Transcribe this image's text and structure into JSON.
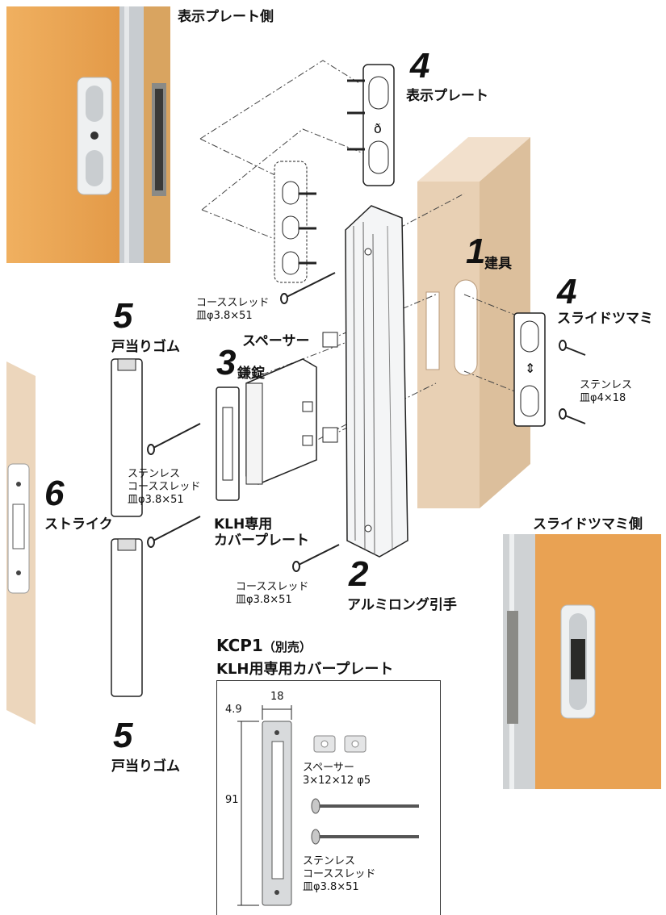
{
  "labels": {
    "display_plate_side": "表示プレート側",
    "slide_knob_side": "スライドツマミ側",
    "part4_top_name": "表示プレート",
    "part1_name": "建具",
    "part4_right_name": "スライドツマミ",
    "part3_name": "鎌錠",
    "part5_top_name": "戸当りゴム",
    "part5_bottom_name": "戸当りゴム",
    "part6_name": "ストライク",
    "part2_name": "アルミロング引手",
    "spacer": "スペーサー",
    "klh_cover_line1": "KLH専用",
    "klh_cover_line2": "カバープレート",
    "coarse_thread_line1": "コーススレッド",
    "coarse_thread_line2": "皿φ3.8×51",
    "stainless_line1": "ステンレス",
    "stainless_line2": "皿φ4×18",
    "stainless_coarse_line1": "ステンレス",
    "stainless_coarse_line2": "コーススレッド",
    "stainless_coarse_line3": "皿φ3.8×51"
  },
  "numbers": {
    "part1": "1",
    "part2": "2",
    "part3": "3",
    "part4_top": "4",
    "part4_right": "4",
    "part5_top": "5",
    "part5_bottom": "5",
    "part6": "6"
  },
  "kcp1": {
    "model": "KCP1",
    "note": "（別売）",
    "subtitle": "KLH用専用カバープレート",
    "dim_width": "18",
    "dim_offset": "4.9",
    "dim_height": "91",
    "spacer_label": "スペーサー",
    "spacer_spec": "3×12×12 φ5",
    "screw_line1": "ステンレス",
    "screw_line2": "コーススレッド",
    "screw_line3": "皿φ3.8×51"
  },
  "colors": {
    "wood": "#e9a253",
    "wood_dark": "#c9782f",
    "door_panel": "#e8d0b4",
    "strike_panel": "#ecd6bc",
    "frame": "#cfd2d4"
  }
}
